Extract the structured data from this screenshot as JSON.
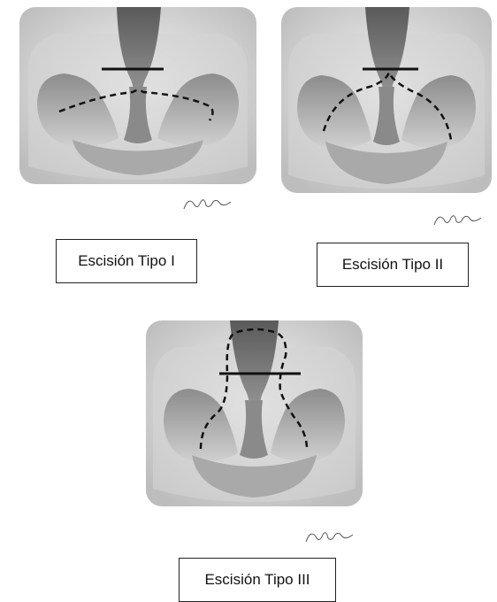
{
  "figure": {
    "panels": [
      {
        "id": "tipo-1",
        "label": "Escisión Tipo I"
      },
      {
        "id": "tipo-2",
        "label": "Escisión Tipo II"
      },
      {
        "id": "tipo-3",
        "label": "Escisión Tipo III"
      }
    ],
    "signature_text": "Almeida"
  },
  "colors": {
    "tissue_light": "#d9d9d9",
    "tissue_dark": "#7f7f7f",
    "line": "#111111"
  }
}
